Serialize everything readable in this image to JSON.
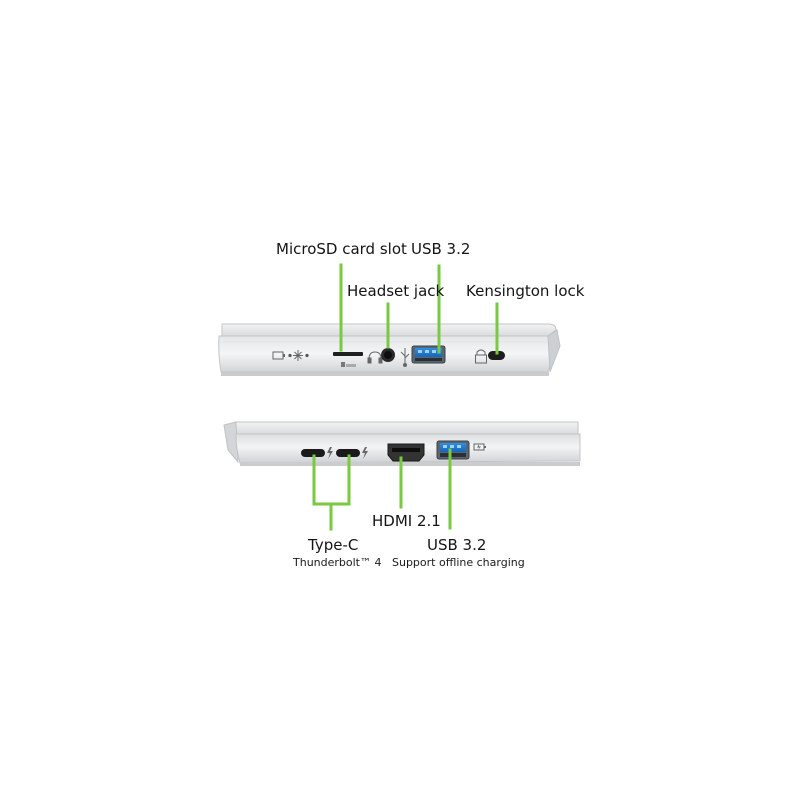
{
  "callout_color": "#7ac943",
  "laptop_views": [
    {
      "side": "left side view",
      "ports": [
        {
          "name": "microsd-card-slot",
          "label": "MicroSD card slot"
        },
        {
          "name": "usb-3-2-left",
          "label": "USB 3.2"
        },
        {
          "name": "headset-jack",
          "label": "Headset jack"
        },
        {
          "name": "kensington-lock",
          "label": "Kensington lock"
        }
      ]
    },
    {
      "side": "right side view",
      "ports": [
        {
          "name": "type-c",
          "label": "Type-C",
          "sublabel": "Thunderbolt™ 4"
        },
        {
          "name": "hdmi",
          "label": "HDMI 2.1"
        },
        {
          "name": "usb-3-2-right",
          "label": "USB 3.2",
          "sublabel": "Support offline charging"
        }
      ]
    }
  ],
  "icons": [
    "battery-icon",
    "power-led-icon",
    "brightness-icon",
    "microsd-icon",
    "headset-icon",
    "usb-icon",
    "lock-icon",
    "thunderbolt-icon",
    "charging-icon"
  ]
}
